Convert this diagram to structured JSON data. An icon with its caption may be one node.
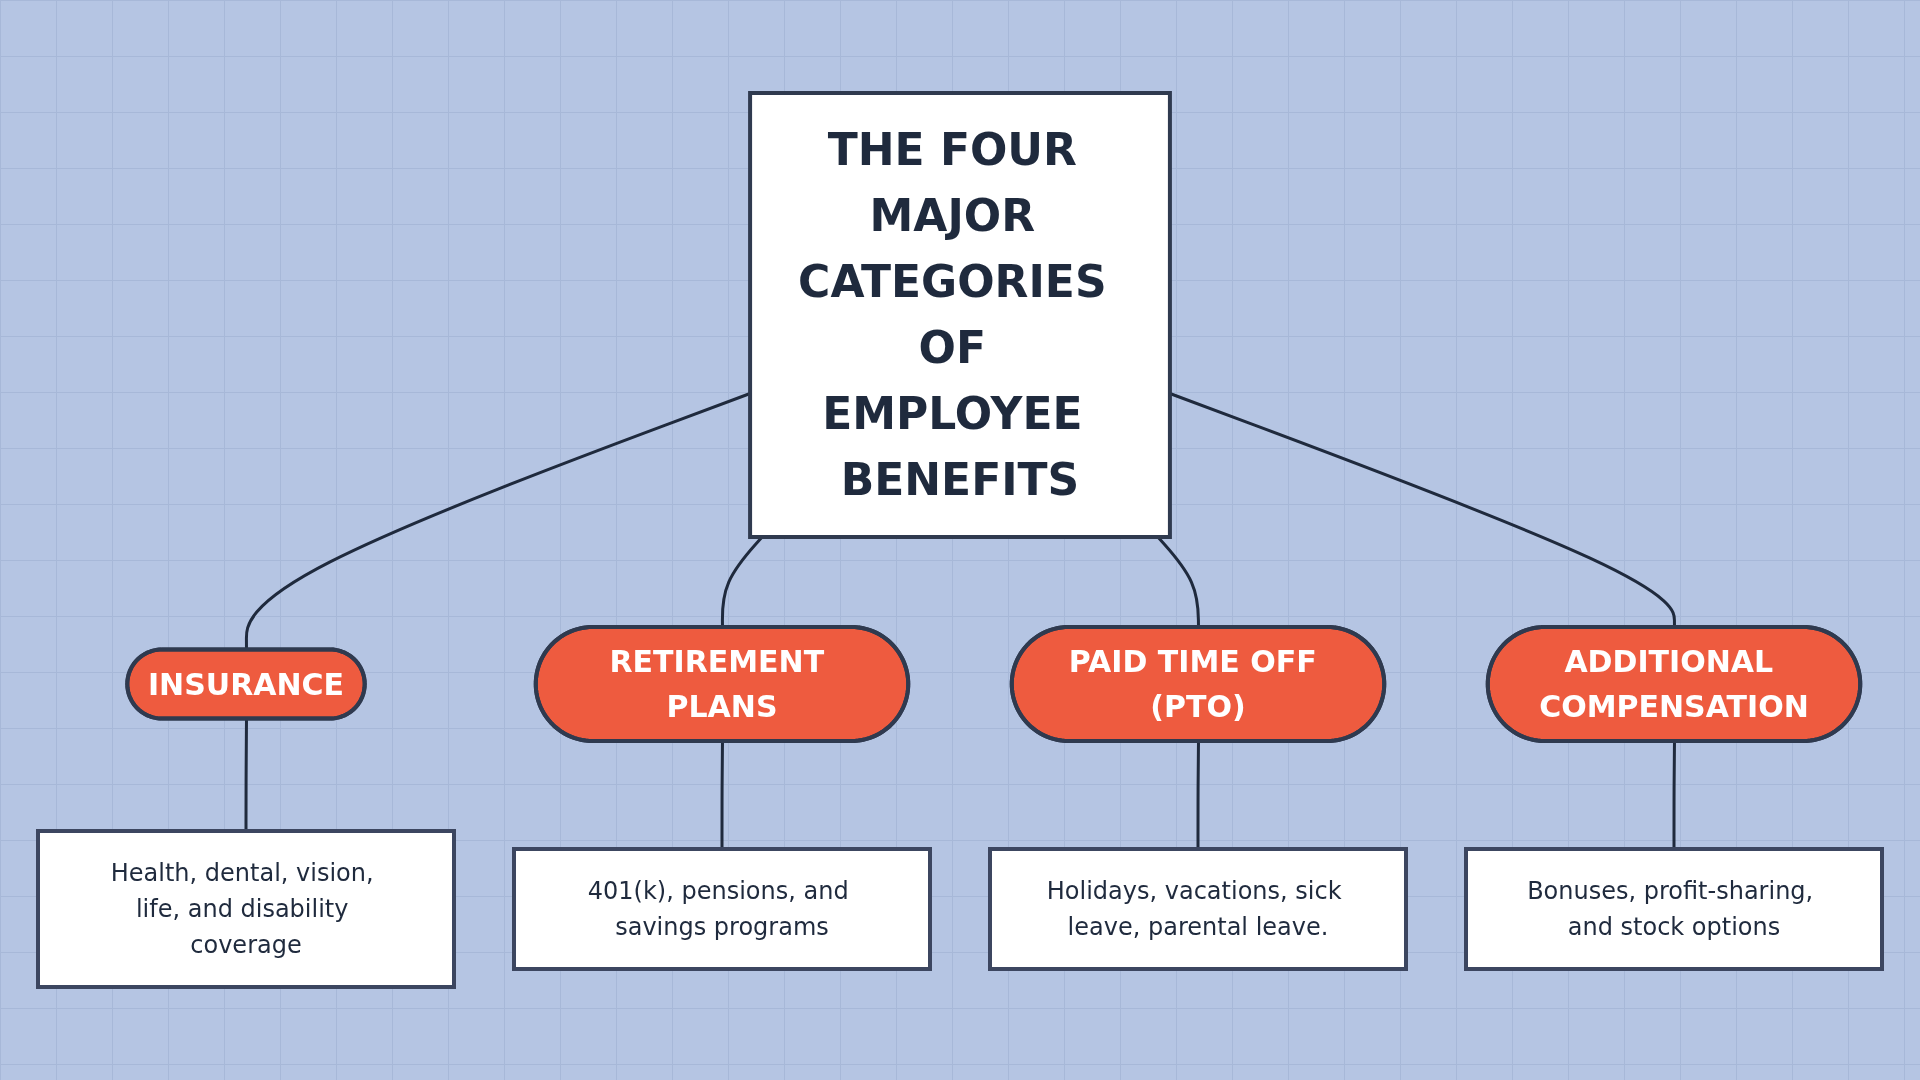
{
  "diagram": {
    "nodes": [
      {
        "text": [
          "THE FOUR MAJOR CATEGORIES OF EMPLOYEE BENEFITS"
        ]
      },
      {
        "text": [
          "INSURANCE"
        ]
      },
      {
        "text": [
          "RETIREMENT PLANS"
        ]
      },
      {
        "text": [
          "PAID TIME OFF (PTO)"
        ]
      },
      {
        "text": [
          "ADDITIONAL COMPENSATION"
        ]
      },
      {
        "text": [
          "Health, dental, vision, life, and disability coverage"
        ]
      },
      {
        "text": [
          "401(k), pensions, and savings programs"
        ]
      },
      {
        "text": [
          "Holidays, vacations, sick leave, parental leave."
        ]
      },
      {
        "text": [
          "Bonuses, profit-sharing, and stock options"
        ]
      }
    ],
    "edges": [
      {
        "from": 0,
        "to": 1,
        "arrow": "none"
      },
      {
        "from": 0,
        "to": 2,
        "arrow": "none"
      },
      {
        "from": 0,
        "to": 3,
        "arrow": "none"
      },
      {
        "from": 0,
        "to": 4,
        "arrow": "none"
      },
      {
        "from": 1,
        "to": 5,
        "arrow": "none"
      },
      {
        "from": 2,
        "to": 6,
        "arrow": "none"
      },
      {
        "from": 3,
        "to": 7,
        "arrow": "none"
      },
      {
        "from": 4,
        "to": 8,
        "arrow": "none"
      }
    ]
  }
}
